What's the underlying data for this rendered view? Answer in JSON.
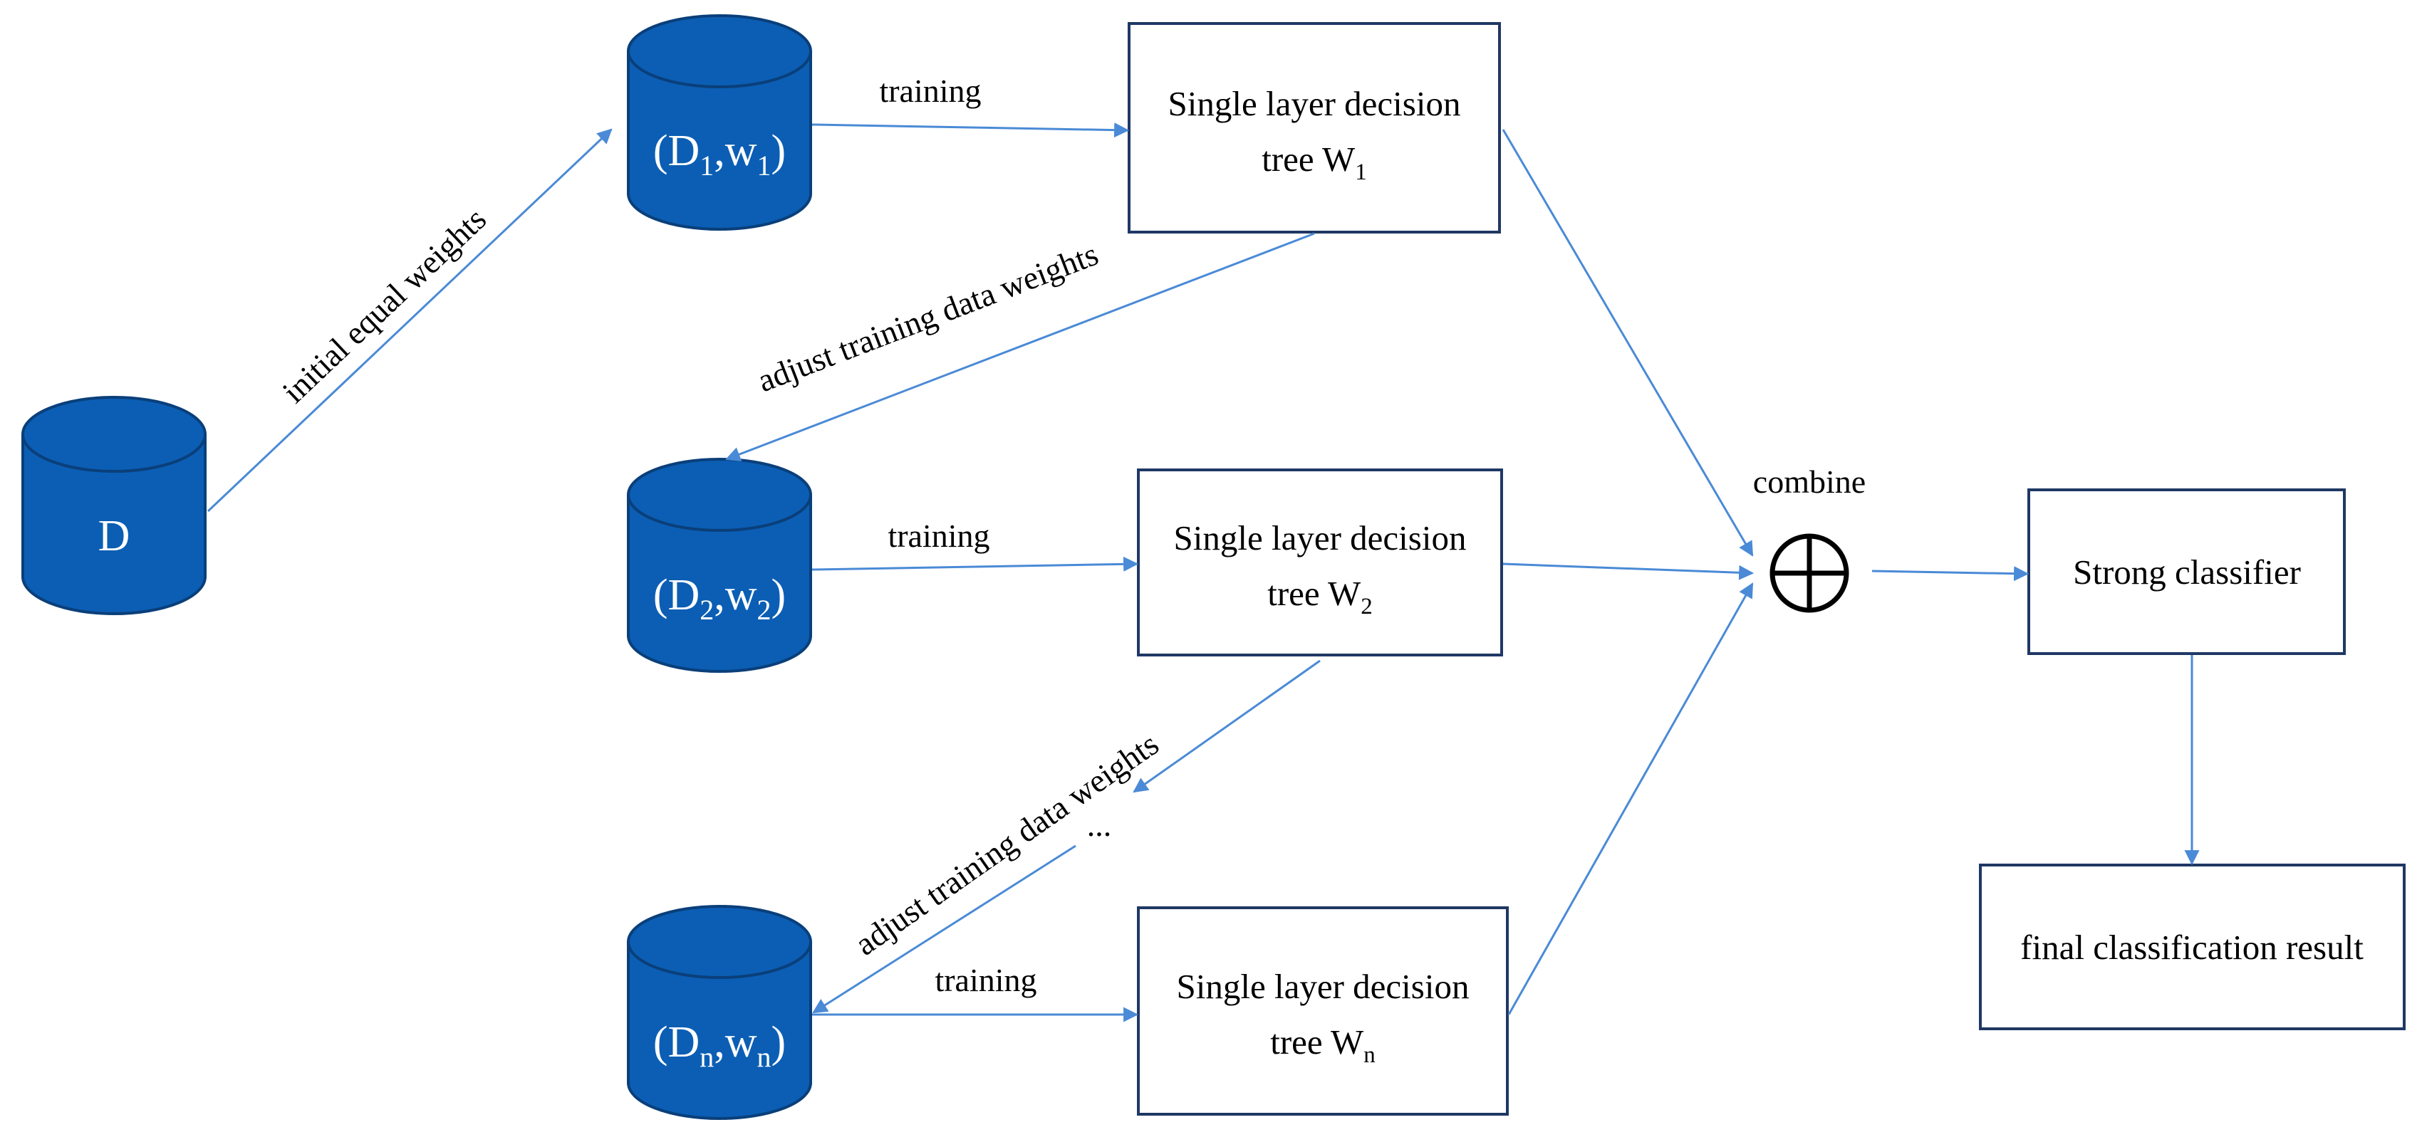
{
  "colors": {
    "cylinder_fill": "#0B5EB4",
    "cylinder_stroke": "#0A3F7A",
    "arrow": "#4A8AD6",
    "box_stroke": "#1F3864"
  },
  "source": {
    "label": "D"
  },
  "datasets": [
    {
      "base": "(D",
      "sub1": "1",
      "sep": ",w",
      "sub2": "1",
      "close": ")"
    },
    {
      "base": "(D",
      "sub1": "2",
      "sep": ",w",
      "sub2": "2",
      "close": ")"
    },
    {
      "base": "(D",
      "sub1": "n",
      "sep": ",w",
      "sub2": "n",
      "close": ")"
    }
  ],
  "trees": [
    {
      "line1": "Single layer decision",
      "line2": "tree W",
      "sub": "1"
    },
    {
      "line1": "Single layer decision",
      "line2": "tree W",
      "sub": "2"
    },
    {
      "line1": "Single layer decision",
      "line2": "tree W",
      "sub": "n"
    }
  ],
  "labels": {
    "initial": "initial equal weights",
    "training": "training",
    "adjust": "adjust training data weights",
    "combine": "combine",
    "ellipsis": "..."
  },
  "combine_symbol": "circled-plus",
  "strong_classifier": "Strong classifier",
  "final_result": "final classification result"
}
